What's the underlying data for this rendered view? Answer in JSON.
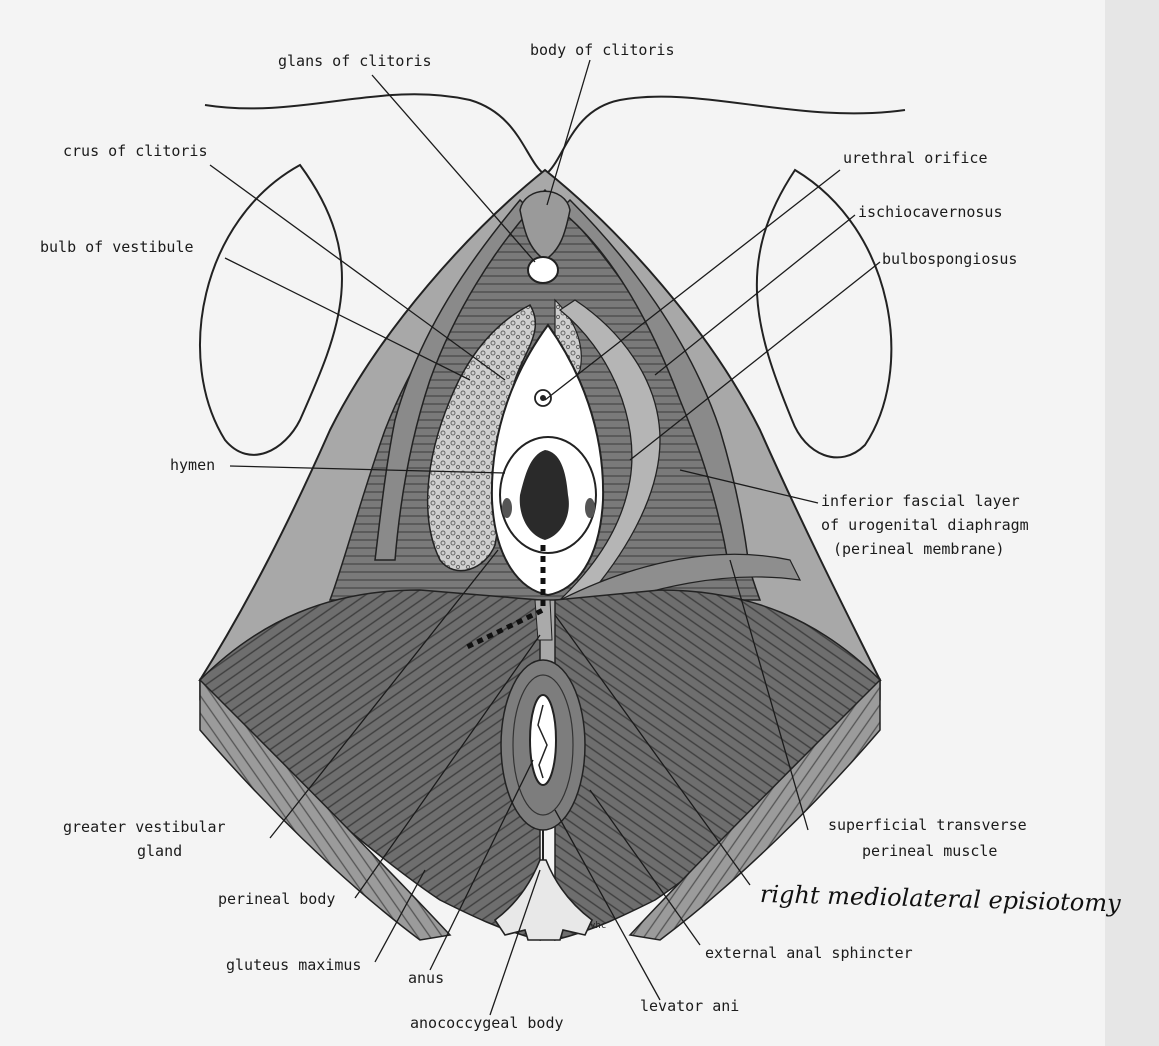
{
  "labels": {
    "glans_of_clitoris": "glans of clitoris",
    "body_of_clitoris": "body of clitoris",
    "crus_of_clitoris": "crus of clitoris",
    "urethral_orifice": "urethral orifice",
    "ischiocavernosus": "ischiocavernosus",
    "bulb_of_vestibule": "bulb of vestibule",
    "bulbospongiosus": "bulbospongiosus",
    "hymen": "hymen",
    "inferior_fascial_1": "inferior fascial layer",
    "inferior_fascial_2": "of urogenital diaphragm",
    "inferior_fascial_3": "(perineal membrane)",
    "greater_vestibular_1": "greater vestibular",
    "greater_vestibular_2": "gland",
    "superficial_transverse_1": "superficial transverse",
    "superficial_transverse_2": "perineal muscle",
    "perineal_body": "perineal body",
    "gluteus_maximus": "gluteus maximus",
    "anus": "anus",
    "anococcygeal_body": "anococcygeal body",
    "external_anal_sphincter": "external anal sphincter",
    "levator_ani": "levator ani"
  },
  "handwritten_note": "right mediolateral episiotomy",
  "colors": {
    "paper": "#f4f4f4",
    "ink": "#1b1b1b",
    "muscle_dark": "#6f6f6f",
    "muscle_light": "#9a9a9a",
    "vestibule": "#ffffff"
  }
}
